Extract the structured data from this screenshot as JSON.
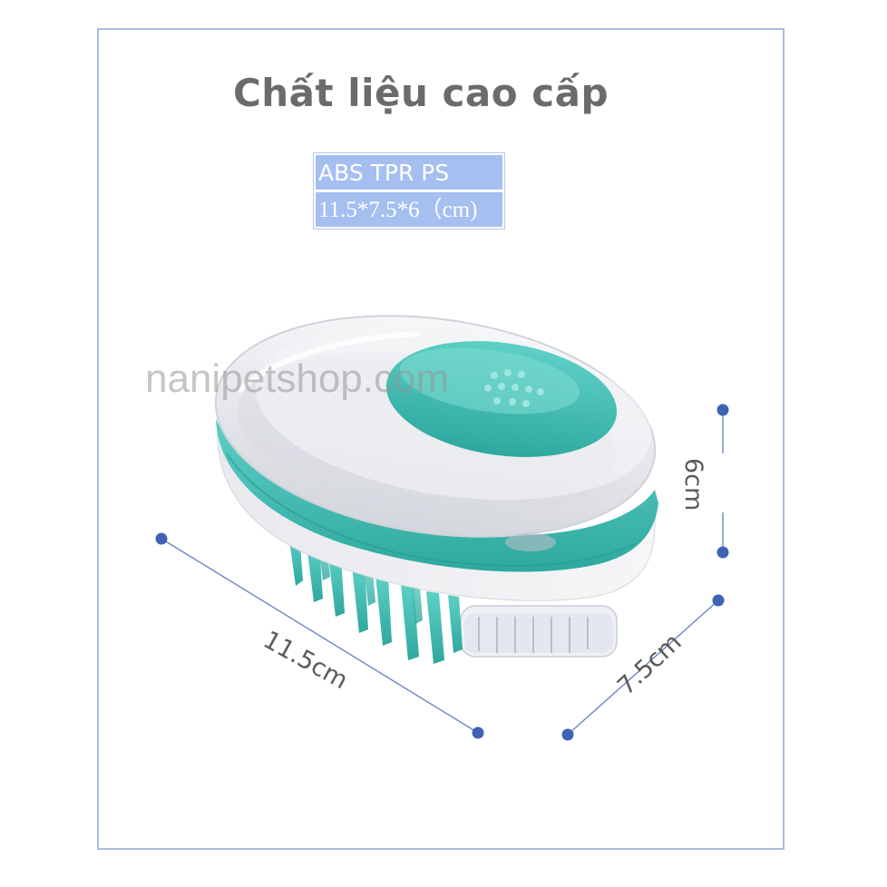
{
  "title": "Chất liệu cao cấp",
  "specs": {
    "material": "ABS TPR PS",
    "size": "11.5*7.5*6（cm)"
  },
  "watermark": "nanipetshop.com",
  "dimensions": {
    "length": "11.5cm",
    "width": "7.5cm",
    "height": "6cm"
  },
  "colors": {
    "accent_teal": "#3fb8b0",
    "spec_fill": "#a4bff0",
    "frame_border": "#a9bddc",
    "dim_dot": "#3f63b4"
  }
}
